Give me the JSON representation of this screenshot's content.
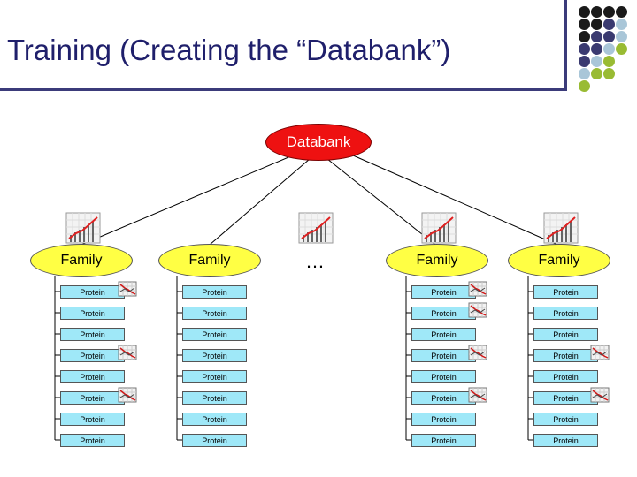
{
  "slide": {
    "title": "Training (Creating the “Databank”)"
  },
  "diagram": {
    "root": "Databank",
    "ellipsis": "…",
    "families": [
      {
        "label": "Family",
        "proteins": [
          "Protein",
          "Protein",
          "Protein",
          "Protein",
          "Protein",
          "Protein",
          "Protein",
          "Protein"
        ]
      },
      {
        "label": "Family",
        "proteins": [
          "Protein",
          "Protein",
          "Protein",
          "Protein",
          "Protein",
          "Protein",
          "Protein",
          "Protein"
        ]
      },
      {
        "label": "Family",
        "proteins": [
          "Protein",
          "Protein",
          "Protein",
          "Protein",
          "Protein",
          "Protein",
          "Protein",
          "Protein"
        ]
      },
      {
        "label": "Family",
        "proteins": [
          "Protein",
          "Protein",
          "Protein",
          "Protein",
          "Protein",
          "Protein",
          "Protein",
          "Protein"
        ]
      }
    ]
  },
  "colors": {
    "databank": "#ee1111",
    "family": "#ffff44",
    "protein": "#9fe8f8",
    "title": "#1f1f6b"
  },
  "icons": {
    "family_chart": "bar-chart-icon",
    "protein_chart": "line-chart-icon"
  }
}
